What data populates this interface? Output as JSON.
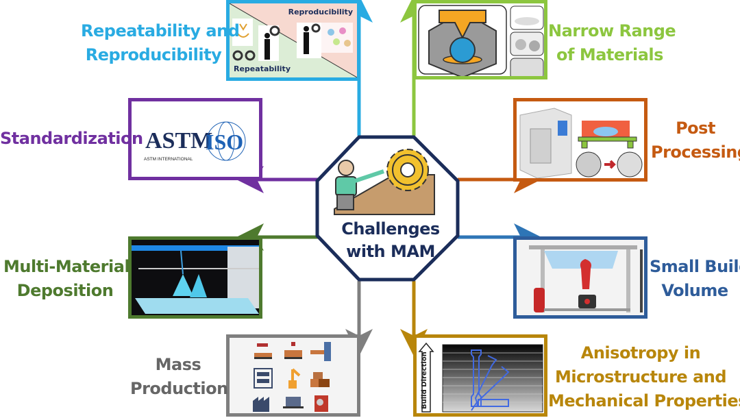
{
  "center": {
    "line1": "Challenges",
    "line2": "with MAM",
    "icon": "person-pushing-gear-icon",
    "border_color": "#1b2d5a"
  },
  "challenges": [
    {
      "id": "repeatability",
      "line1": "Repeatability and",
      "line2": "Reproducibility",
      "color": "#29abe2",
      "panel": {
        "top_label": "Reproducibility",
        "bottom_label": "Repeatability",
        "icons": [
          "3d-printer-nozzle-icon",
          "gears-icon",
          "person-gear-icon",
          "team-gears-icon"
        ]
      }
    },
    {
      "id": "narrow-range",
      "line1": "Narrow Range",
      "line2": "of Materials",
      "color": "#8cc63f",
      "panel": {
        "icons": [
          "extruder-deposition-icon",
          "powder-icon",
          "wire-spools-icon",
          "metal-sheet-roll-icon"
        ]
      }
    },
    {
      "id": "standardization",
      "line1": "Standardization",
      "line2": "",
      "color": "#7030a0",
      "panel": {
        "logos": [
          "ASTM",
          "ISO"
        ],
        "astm_caption": "ASTM INTERNATIONAL"
      }
    },
    {
      "id": "post-processing",
      "line1": "Post",
      "line2": "Processing",
      "color": "#c55a11",
      "panel": {
        "icons": [
          "cnc-machine-icon",
          "heat-treatment-icon",
          "microstructure-grains-icon"
        ]
      }
    },
    {
      "id": "multi-material",
      "line1": "Multi-Material",
      "line2": "Deposition",
      "color": "#4e7a2e",
      "panel": {
        "icons": [
          "3d-printer-photo-icon"
        ]
      }
    },
    {
      "id": "small-build",
      "line1": "Small Build",
      "line2": "Volume",
      "color": "#2e5c9a",
      "panel": {
        "icons": [
          "printer-frame-icon",
          "filament-spool-icon"
        ]
      }
    },
    {
      "id": "mass-production",
      "line1": "Mass",
      "line2": "Production",
      "color": "#7f7f7f",
      "panel": {
        "icons": [
          "conveyor-icon",
          "crane-box-icon",
          "assembly-line-icon",
          "storage-rack-icon",
          "robot-arm-icon",
          "boxes-icon",
          "factory-icon",
          "machine-icon",
          "manual-gear-icon"
        ]
      }
    },
    {
      "id": "anisotropy",
      "line1": "Anisotropy in",
      "line2": "Microstructure and",
      "line3": "Mechanical Properties",
      "color": "#b8860b",
      "panel": {
        "build_direction_label": "Build Direction",
        "icons": [
          "tensile-specimens-icon"
        ]
      }
    }
  ]
}
